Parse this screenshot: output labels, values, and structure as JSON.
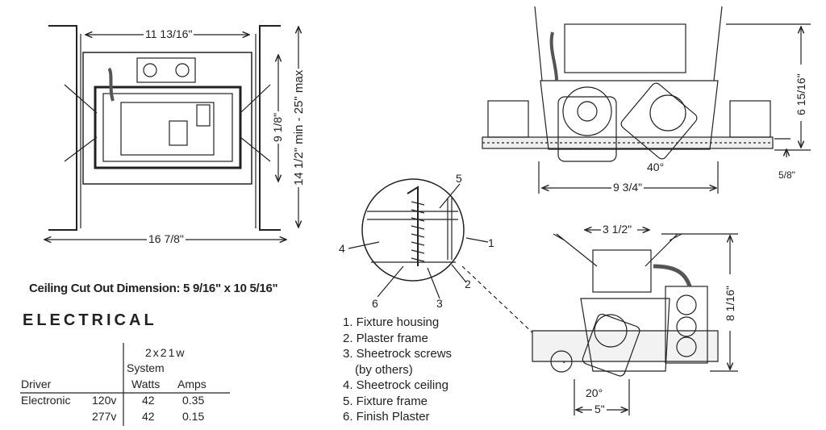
{
  "plan_view": {
    "width_inner": "11 13/16\"",
    "depth_inner": "9 1/8\"",
    "joist_span": "14 1/2\" min - 25\" max",
    "width_overall": "16 7/8\""
  },
  "ceiling_cutout": "Ceiling Cut Out Dimension: 5 9/16\" x 10 5/16\"",
  "electrical": {
    "title": "ELECTRICAL",
    "header_lamp": "2x21w",
    "header_system": "System",
    "header_driver": "Driver",
    "header_watts": "Watts",
    "header_amps": "Amps",
    "rows": [
      {
        "driver": "Electronic",
        "voltage": "120v",
        "watts": "42",
        "amps": "0.35"
      },
      {
        "driver": "",
        "voltage": "277v",
        "watts": "42",
        "amps": "0.15"
      }
    ]
  },
  "side_view": {
    "width": "9 3/4\"",
    "height": "6 15/16\"",
    "flange": "5/8\"",
    "tilt": "40°"
  },
  "end_view": {
    "top_width": "3 1/2\"",
    "height": "8 1/16\"",
    "tilt": "20°",
    "aperture": "5\""
  },
  "detail": {
    "callouts": [
      "1",
      "2",
      "3",
      "4",
      "5",
      "6"
    ],
    "legend": [
      "1. Fixture housing",
      "2. Plaster frame",
      "3. Sheetrock screws",
      "(by others)",
      "4. Sheetrock ceiling",
      "5. Fixture frame",
      "6. Finish Plaster"
    ]
  }
}
